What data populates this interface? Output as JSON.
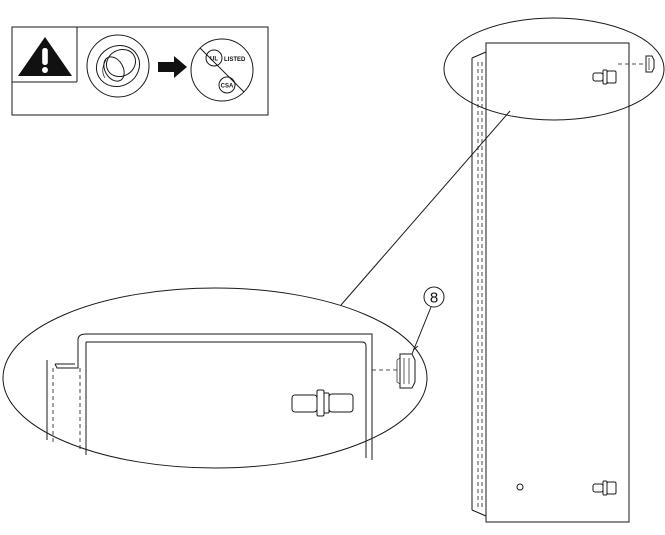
{
  "warning_panel": {
    "warning_icon": "warning-triangle-icon",
    "grommet_icon": "grommet-icon",
    "arrow_icon": "arrow-right-icon",
    "prohibited_icon": "prohibited-circle-icon",
    "cert_mark_1": "UL",
    "cert_mark_1_suffix": "LISTED",
    "cert_mark_2": "CSA"
  },
  "callout": {
    "number": "8"
  },
  "colors": {
    "line": "#1a1a1a",
    "background": "#ffffff"
  }
}
